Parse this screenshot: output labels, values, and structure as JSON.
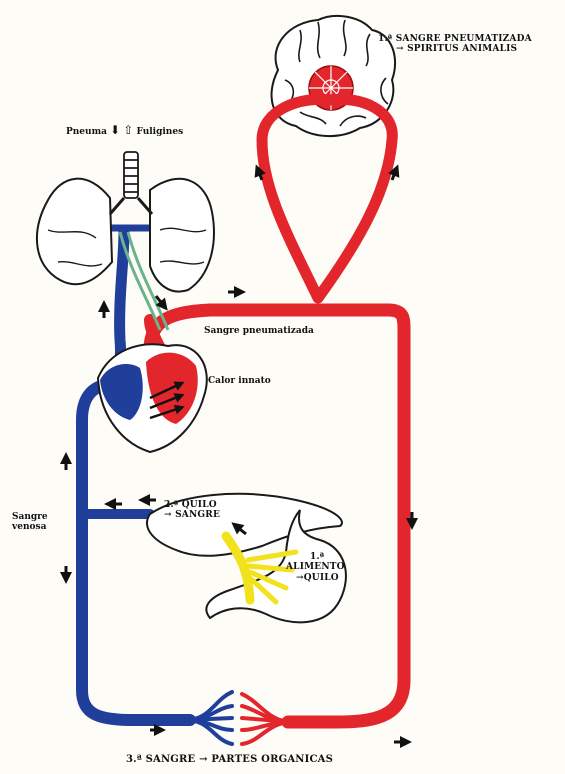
{
  "labels": {
    "top_line1": "1.ª SANGRE PNEUMATIZADA",
    "top_line2": "→ SPIRITUS ANIMALIS",
    "pneuma": "Pneuma",
    "pneuma_arrow": "⬇",
    "fuligines_arrow": "⇧",
    "fuligines": "Fuligines",
    "sangre_pneumatizada": "Sangre pneumatizada",
    "calor_innato": "Calor innato",
    "sangre_venosa_1": "Sangre",
    "sangre_venosa_2": "venosa",
    "quilo_1": "2.ª QUILO",
    "quilo_2": "→ SANGRE",
    "alimento_1": "1.ª",
    "alimento_2": "ALIMENTO",
    "alimento_3": "→QUILO",
    "bottom": "3.ª SANGRE → PARTES ORGANICAS"
  },
  "colors": {
    "arterial": "#e3262b",
    "venous": "#1f3f9b",
    "chyle": "#f2e21c",
    "nerve": "#6bb38a",
    "outline": "#1a1a1a",
    "background": "#fdfcf7"
  }
}
